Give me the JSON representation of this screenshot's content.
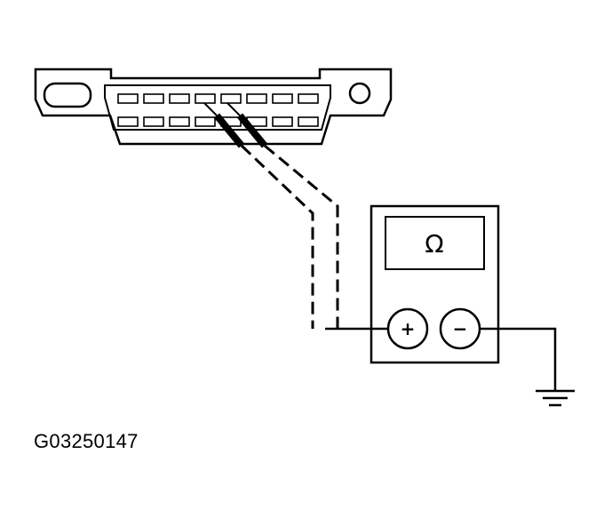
{
  "diagram": {
    "meter_display_symbol": "Ω",
    "positive_terminal_symbol": "+",
    "negative_terminal_symbol": "−",
    "figure_code": "G03250147",
    "icons": {
      "connector": "dlc3-connector",
      "meter": "ohmmeter",
      "ground": "ground-symbol"
    },
    "colors": {
      "line": "#000000",
      "background": "#ffffff"
    }
  }
}
